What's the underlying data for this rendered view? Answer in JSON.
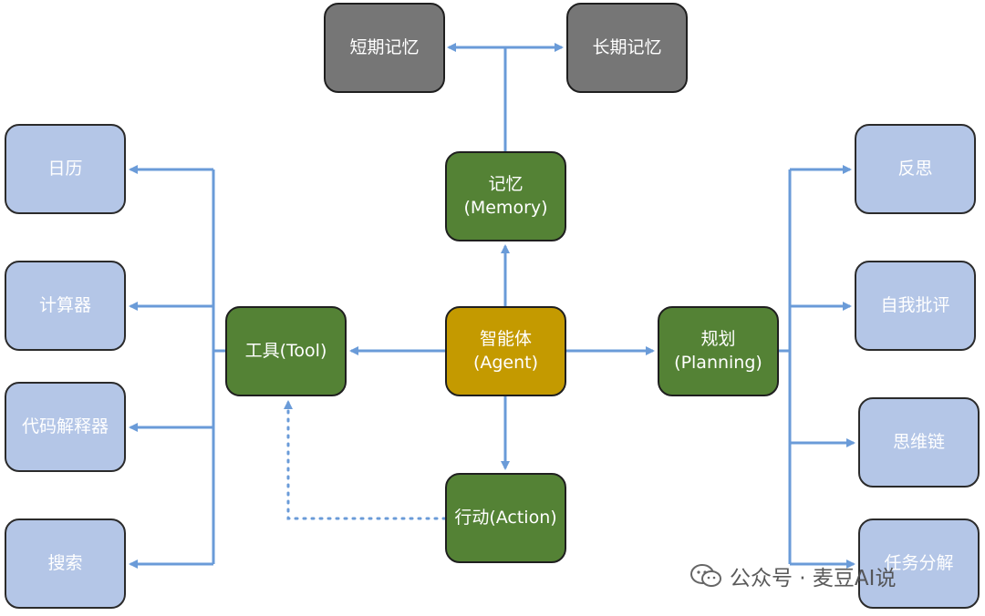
{
  "nodes": {
    "short_term_memory": "短期记忆",
    "long_term_memory": "长期记忆",
    "memory_zh": "记忆",
    "memory_en": "(Memory)",
    "agent_zh": "智能体",
    "agent_en": "(Agent)",
    "tool": "工具(Tool)",
    "planning_zh": "规划",
    "planning_en": "(Planning)",
    "action": "行动(Action)",
    "calendar": "日历",
    "calculator": "计算器",
    "code_interpreter": "代码解释器",
    "search": "搜索",
    "reflection": "反思",
    "self_critique": "自我批评",
    "chain_of_thought": "思维链",
    "task_decomposition": "任务分解"
  },
  "watermark": {
    "text": "公众号 · 麦豆AI说"
  },
  "colors": {
    "arrow": "#6a9bd8",
    "gray": "#767676",
    "green": "#548235",
    "gold": "#c49a00",
    "blue": "#b4c6e7"
  }
}
